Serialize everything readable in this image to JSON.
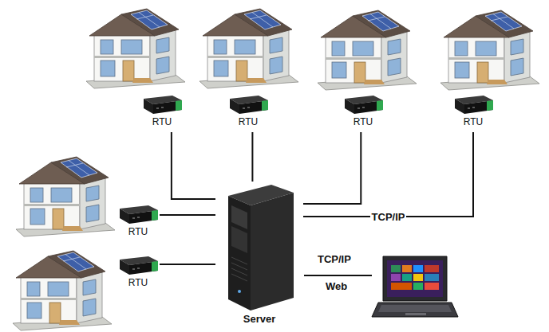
{
  "diagram": {
    "nodes": [
      {
        "text": [
          "RTU"
        ]
      },
      {
        "text": [
          "RTU"
        ]
      },
      {
        "text": [
          "RTU"
        ]
      },
      {
        "text": [
          "RTU"
        ]
      },
      {
        "text": [
          "RTU"
        ]
      },
      {
        "text": [
          "RTU"
        ]
      },
      {
        "text": [
          "Server"
        ]
      }
    ],
    "edges": [
      {
        "from": 0,
        "to": 6,
        "arrow": "none"
      },
      {
        "from": 1,
        "to": 6,
        "arrow": "none"
      },
      {
        "from": 2,
        "to": 6,
        "arrow": "none"
      },
      {
        "from": 3,
        "to": 6,
        "label": "TCP/IP",
        "arrow": "none"
      },
      {
        "from": 4,
        "to": 6,
        "arrow": "none"
      },
      {
        "from": 5,
        "to": 6,
        "arrow": "none"
      }
    ],
    "labels": [
      "TCP/IP",
      "Web"
    ]
  }
}
